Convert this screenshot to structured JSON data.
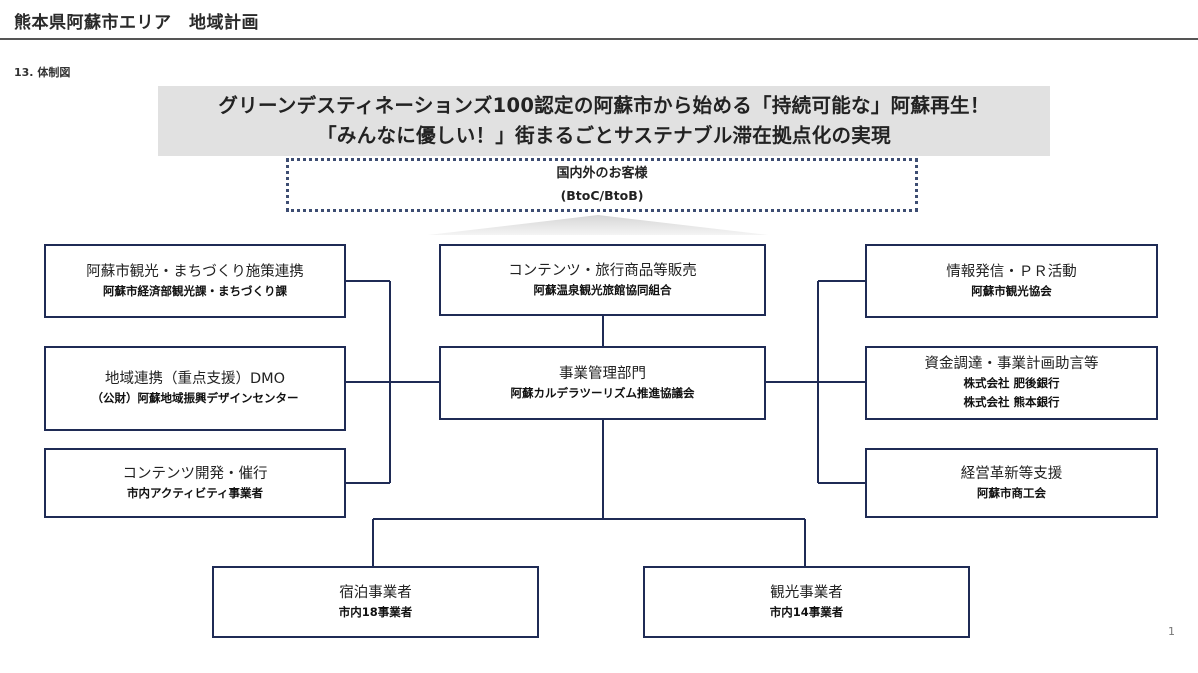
{
  "header": {
    "title": "熊本県阿蘇市エリア　地域計画",
    "section": "13. 体制図"
  },
  "banner": {
    "line1": "グリーンデスティネーションズ100認定の阿蘇市から始める「持続可能な」阿蘇再生！",
    "line2": "「みんなに優しい！」街まるごとサステナブル滞在拠点化の実現"
  },
  "customers": {
    "title": "国内外のお客様",
    "subtitle": "(BtoC/BtoB)"
  },
  "left_boxes": [
    {
      "role": "阿蘇市観光・まちづくり施策連携",
      "members": [
        "阿蘇市経済部観光課・まちづくり課"
      ]
    },
    {
      "role": "地域連携（重点支援）DMO",
      "members": [
        "（公財）阿蘇地域振興デザインセンター"
      ]
    },
    {
      "role": "コンテンツ開発・催行",
      "members": [
        "市内アクティビティ事業者"
      ]
    }
  ],
  "center_boxes": [
    {
      "role": "コンテンツ・旅行商品等販売",
      "members": [
        "阿蘇温泉観光旅館協同組合"
      ]
    },
    {
      "role": "事業管理部門",
      "members": [
        "阿蘇カルデラツーリズム推進協議会"
      ]
    }
  ],
  "right_boxes": [
    {
      "role": "情報発信・ＰＲ活動",
      "members": [
        "阿蘇市観光協会"
      ]
    },
    {
      "role": "資金調達・事業計画助言等",
      "members": [
        "株式会社 肥後銀行",
        "株式会社 熊本銀行"
      ]
    },
    {
      "role": "経営革新等支援",
      "members": [
        "阿蘇市商工会"
      ]
    }
  ],
  "bottom_boxes": [
    {
      "role": "宿泊事業者",
      "members": [
        "市内18事業者"
      ]
    },
    {
      "role": "観光事業者",
      "members": [
        "市内14事業者"
      ]
    }
  ],
  "page_number": "1",
  "colors": {
    "box_border": "#1f2b55",
    "banner_background": "#e1e1e1",
    "connector": "#1f2b55"
  }
}
